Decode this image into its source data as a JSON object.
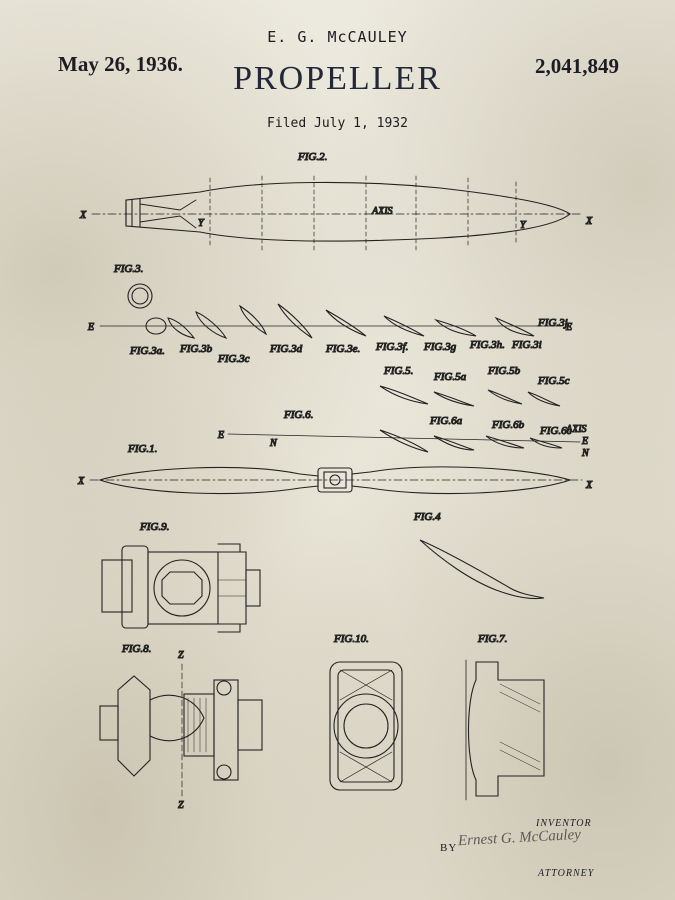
{
  "header": {
    "inventor": "E. G. McCAULEY",
    "date": "May 26, 1936.",
    "title": "PROPELLER",
    "patent_number": "2,041,849",
    "filed": "Filed July 1, 1932"
  },
  "figures": {
    "fig2": "FIG.2.",
    "fig3": "FIG.3.",
    "fig1": "FIG.1.",
    "fig4": "FIG.4",
    "fig5": "FIG.5.",
    "fig6": "FIG.6.",
    "fig7": "FIG.7.",
    "fig8": "FIG.8.",
    "fig9": "FIG.9.",
    "fig10": "FIG.10.",
    "fig3a": "FIG.3a.",
    "fig3b": "FIG.3b",
    "fig3c": "FIG.3c",
    "fig3d": "FIG.3d",
    "fig3e": "FIG.3e.",
    "fig3f": "FIG.3f.",
    "fig3g": "FIG.3g",
    "fig3h": "FIG.3h.",
    "fig3i": "FIG.3i",
    "fig3j": "FIG.3j",
    "fig5a": "FIG.5a",
    "fig5b": "FIG.5b",
    "fig5c": "FIG.5c",
    "fig6a": "FIG.6a",
    "fig6b": "FIG.6b",
    "fig6c": "FIG.6c"
  },
  "labels": {
    "axis": "AXIS",
    "x": "X",
    "y": "Y",
    "e": "E",
    "n": "N",
    "z": "Z"
  },
  "signature_block": {
    "inventor_label": "INVENTOR",
    "by_label": "BY",
    "signature": "Ernest G. McCauley",
    "attorney_label": "ATTORNEY"
  }
}
